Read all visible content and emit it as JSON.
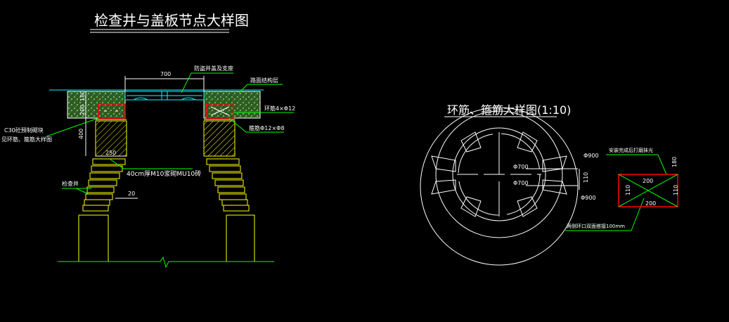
{
  "colors": {
    "background": "#000000",
    "line": "#ffffff",
    "cyan": "#00ffff",
    "green": "#00ff00",
    "yellow": "#ffff00",
    "red": "#ff0000",
    "concrete": "#4a7a3a"
  },
  "left_detail": {
    "title": "检查井与盖板节点大样图",
    "dims": {
      "width_700": "700",
      "h_180": "180",
      "h_200": "200",
      "h_400": "400",
      "w_250": "250",
      "w_20": "20"
    },
    "labels": {
      "cover": "防盗井盖及支座",
      "road": "路面结构层",
      "ring_bar": "环筋4×Φ12",
      "stirrup": "箍筋Φ12×Φ8",
      "concrete_line1": "C30砼预制砌块",
      "concrete_line2": "见环筋、箍筋大样图",
      "masonry": "40cm厚M10浆砌MU10砖",
      "well": "检查井"
    }
  },
  "right_detail": {
    "title": "环筋、箍筋大样图(1:10)",
    "dims": {
      "d900_top": "Φ900",
      "d700_top": "Φ700",
      "d700_bot": "Φ700",
      "d900_bot": "Φ900",
      "gap_110": "110"
    },
    "labels": {
      "note_top": "安装完成后打磨抹光",
      "note_bottom": "两侧环口双面搭接100mm"
    },
    "section": {
      "w_top": "200",
      "w_bot": "200",
      "h_left": "110",
      "h_right": "110",
      "h_180": "180"
    }
  }
}
